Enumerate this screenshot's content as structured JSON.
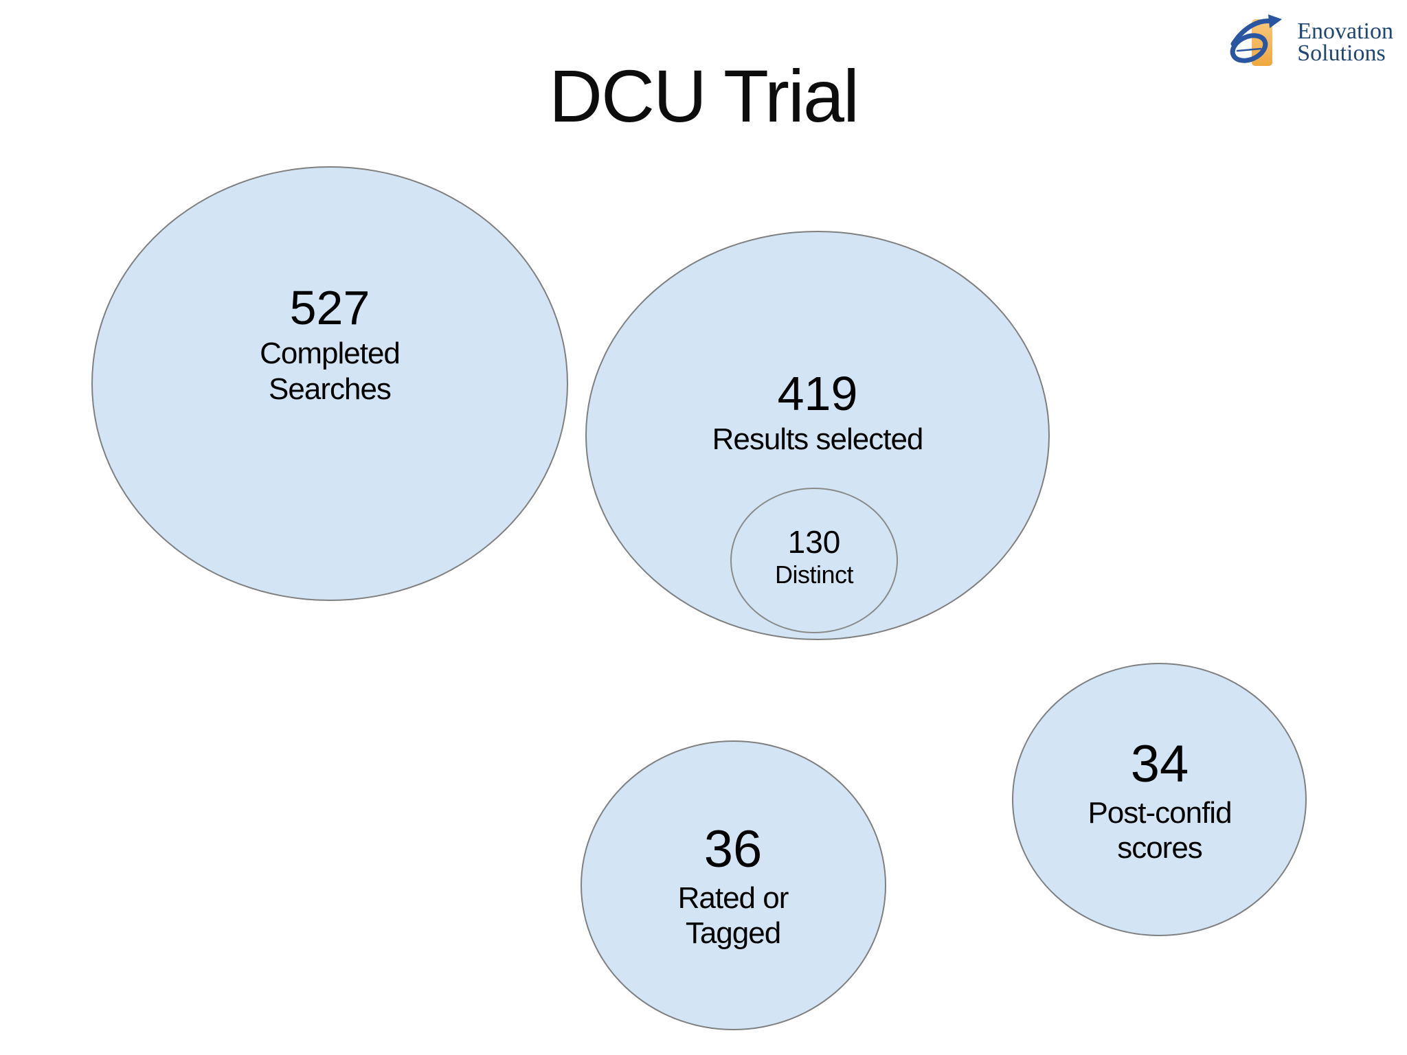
{
  "title": "DCU Trial",
  "logo": {
    "line1": "Enovation",
    "line2": "Solutions"
  },
  "bubbles": {
    "completed_searches": {
      "value": "527",
      "label": "Completed Searches"
    },
    "results_selected": {
      "value": "419",
      "label": "Results selected"
    },
    "distinct": {
      "value": "130",
      "label": "Distinct"
    },
    "rated_tagged": {
      "value": "36",
      "label": "Rated or Tagged"
    },
    "post_confid": {
      "value": "34",
      "label": "Post-confid scores"
    }
  },
  "colors": {
    "background": "#ffffff",
    "bubble_fill": "#d3e5f4",
    "bubble_border": "#7f7f7f",
    "text": "#010101",
    "logo_navy_text": "#1f4573",
    "logo_swoosh_blue": "#2a55a0",
    "logo_orange": "#efa83f",
    "logo_orange_light": "#f8c97e"
  }
}
